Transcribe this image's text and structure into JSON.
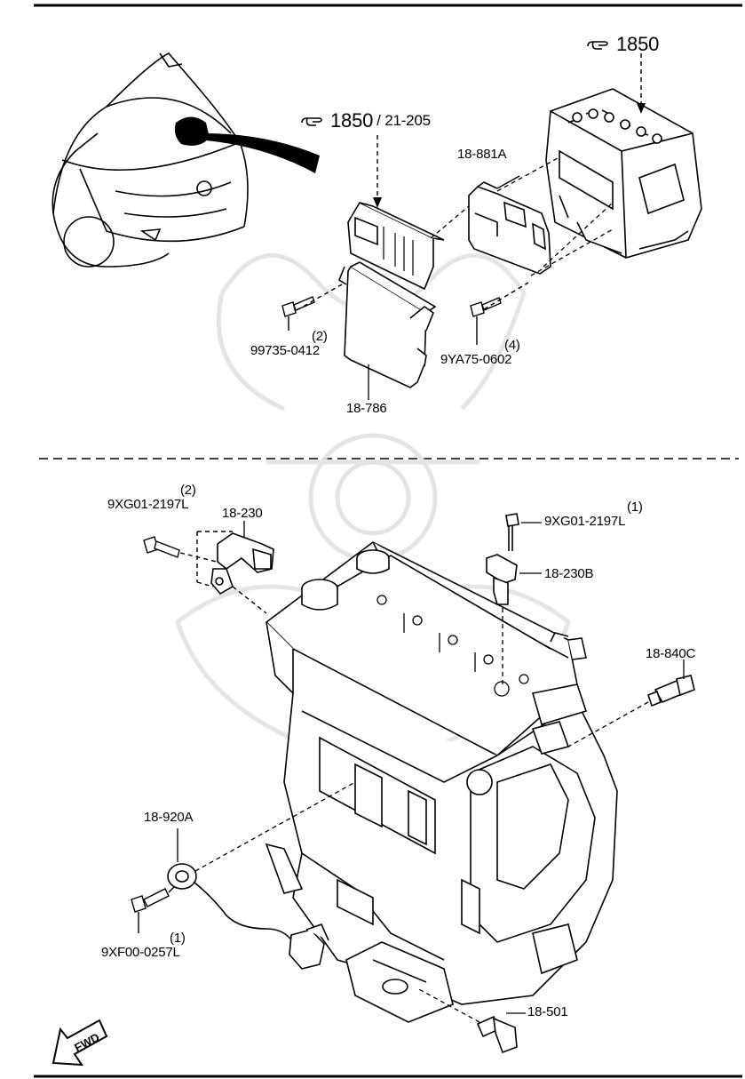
{
  "diagram": {
    "refs": {
      "top_right": "1850",
      "center_primary": "1850",
      "center_secondary": "/ 21-205"
    },
    "parts": {
      "abs_module": "18-881A",
      "pcm": "18-786",
      "bolt_pcm": "99735-0412",
      "bolt_pcm_qty": "(2)",
      "bolt_abs": "9YA75-0602",
      "bolt_abs_qty": "(4)",
      "bolt_cmp": "9XG01-2197L",
      "bolt_cmp_qty": "(2)",
      "cam_sensor": "18-230",
      "bolt_cam_b": "9XG01-2197L",
      "bolt_cam_b_qty": "(1)",
      "cam_sensor_b": "18-230B",
      "temp_sensor": "18-840C",
      "knock_sensor": "18-920A",
      "bolt_knock": "9XF00-0257L",
      "bolt_knock_qty": "(1)",
      "oil_pressure_switch": "18-501"
    },
    "fwd_label": "FWD"
  }
}
